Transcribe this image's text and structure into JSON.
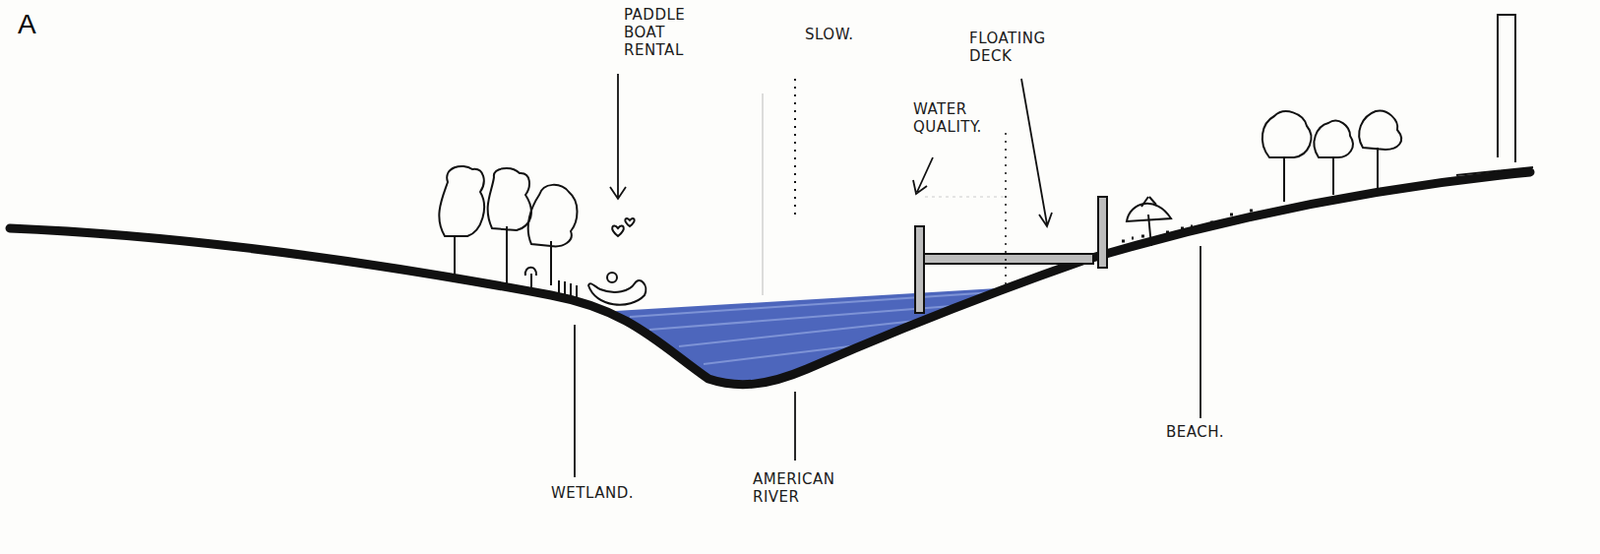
{
  "diagram": {
    "labels": [
      "A",
      "PADDLE BOAT RENTAL",
      "SLOW.",
      "FLOATING DECK",
      "WATER QUALITY.",
      "WETLAND.",
      "AMERICAN RIVER",
      "BEACH."
    ]
  }
}
